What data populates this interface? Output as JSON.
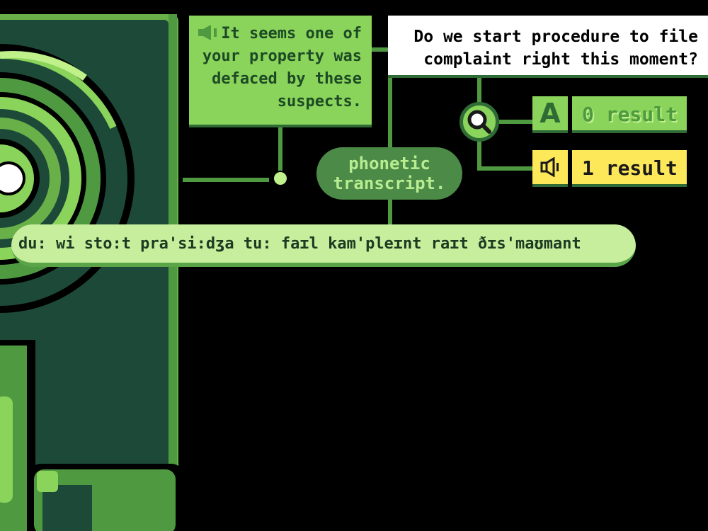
{
  "narration": {
    "speaker_icon": "speaker-icon",
    "text": "It seems one of your property was defaced by these suspects."
  },
  "question": {
    "text": "Do we start procedure to file complaint right this moment?"
  },
  "search": {
    "icon": "magnifier-icon"
  },
  "results": [
    {
      "icon": "letter-a-icon",
      "icon_text": "A",
      "label": "0 result",
      "state": "inactive"
    },
    {
      "icon": "speaker-icon",
      "label": "1 result",
      "state": "active"
    }
  ],
  "phonetic_tag": {
    "line1": "phonetic",
    "line2": "transcript."
  },
  "transcript": {
    "text": "du: wi sto:t pra'si:dʒa tu: faɪl kam'pleɪnt raɪt ðɪs'maʊmant"
  },
  "colors": {
    "background": "#000000",
    "green_light": "#8ad45c",
    "green_dark": "#2f6b35",
    "highlight_yellow": "#fde85a",
    "transcript_bg": "#c7ee9c"
  }
}
